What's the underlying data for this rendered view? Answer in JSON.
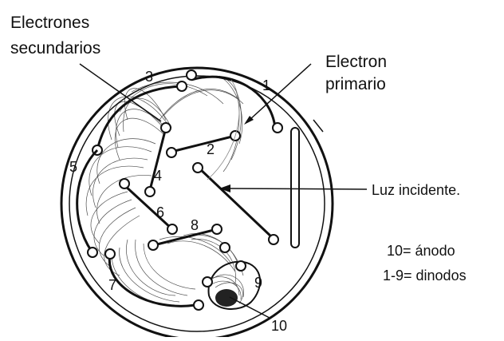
{
  "labels": {
    "electrones_secundarios_1": "Electrones",
    "electrones_secundarios_2": "secundarios",
    "electron_primario_1": "Electron",
    "electron_primario_2": "primario",
    "luz_incidente": "Luz incidente.",
    "legend_anodo": "10= ánodo",
    "legend_dinodos": "1-9= dinodos"
  },
  "dynode_numbers": [
    "1",
    "2",
    "3",
    "4",
    "5",
    "6",
    "7",
    "8",
    "9",
    "10"
  ],
  "colors": {
    "ink": "#111111",
    "background": "#ffffff"
  }
}
